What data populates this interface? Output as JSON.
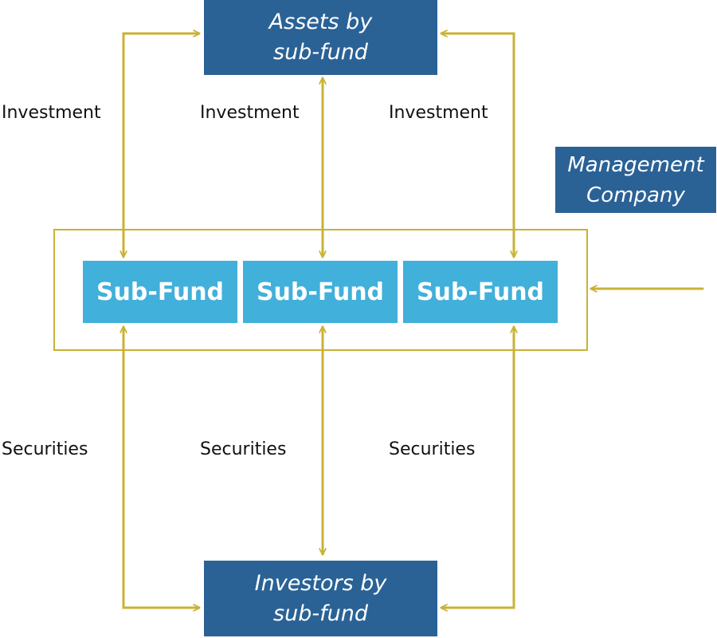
{
  "nodes": {
    "assets": "Assets by\nsub-fund",
    "investors": "Investors by\nsub-fund",
    "management": "Management\nCompany",
    "subfunds": [
      "Sub-Fund",
      "Sub-Fund",
      "Sub-Fund"
    ]
  },
  "labels": {
    "investment": [
      "Investment",
      "Investment",
      "Investment"
    ],
    "securities": [
      "Securities",
      "Securities",
      "Securities"
    ]
  },
  "colors": {
    "dark_box": "#2a6296",
    "light_box": "#41b0da",
    "arrow": "#c9b236"
  }
}
